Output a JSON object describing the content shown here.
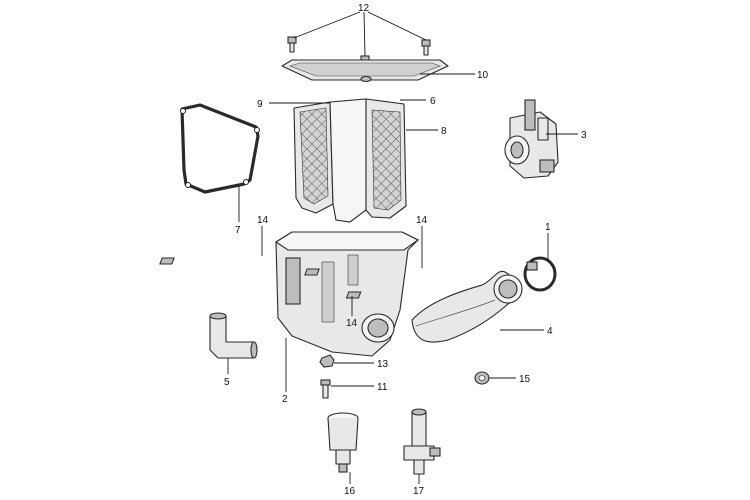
{
  "callouts": {
    "c1": "1",
    "c2": "2",
    "c3": "3",
    "c4": "4",
    "c5": "5",
    "c6": "6",
    "c7": "7",
    "c8": "8",
    "c9": "9",
    "c10": "10",
    "c11": "11",
    "c12": "12",
    "c13": "13",
    "c14a": "14",
    "c14b": "14",
    "c14c": "14",
    "c15": "15",
    "c16": "16",
    "c17": "17"
  }
}
